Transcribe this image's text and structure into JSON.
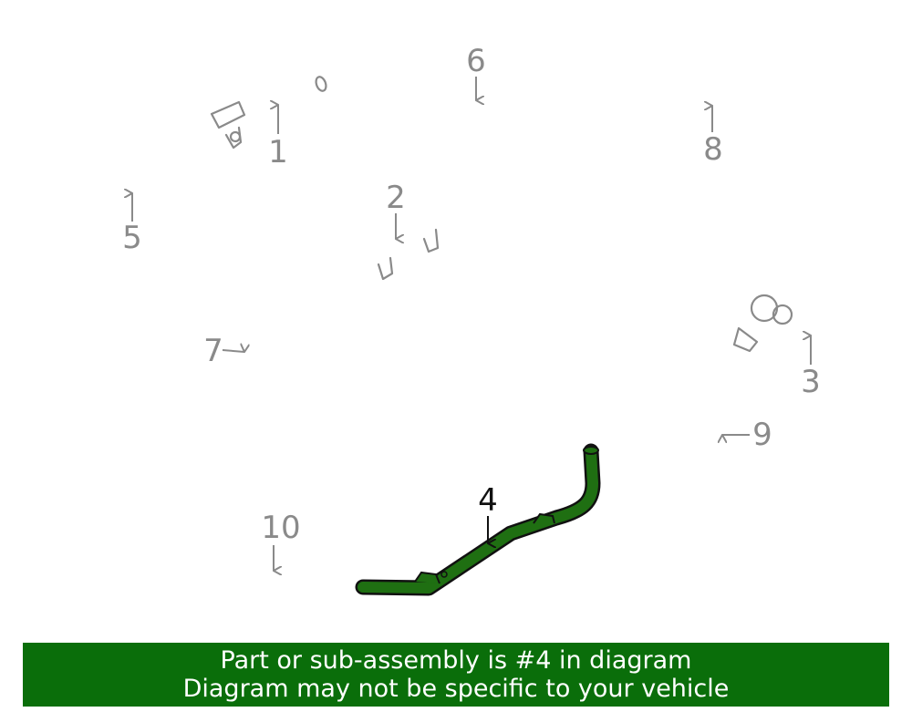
{
  "diagram": {
    "highlight_color": "#1f6f12",
    "part_color": "#8a8a8a",
    "callouts": [
      {
        "id": "1",
        "label": "1",
        "highlighted": false
      },
      {
        "id": "2",
        "label": "2",
        "highlighted": false
      },
      {
        "id": "3",
        "label": "3",
        "highlighted": false
      },
      {
        "id": "4",
        "label": "4",
        "highlighted": true
      },
      {
        "id": "5",
        "label": "5",
        "highlighted": false
      },
      {
        "id": "6",
        "label": "6",
        "highlighted": false
      },
      {
        "id": "7",
        "label": "7",
        "highlighted": false
      },
      {
        "id": "8",
        "label": "8",
        "highlighted": false
      },
      {
        "id": "9",
        "label": "9",
        "highlighted": false
      },
      {
        "id": "10",
        "label": "10",
        "highlighted": false
      }
    ]
  },
  "banner": {
    "line1": "Part or sub-assembly is #4 in diagram",
    "line2": "Diagram may not be specific to your vehicle",
    "background": "#0a6e0a"
  }
}
